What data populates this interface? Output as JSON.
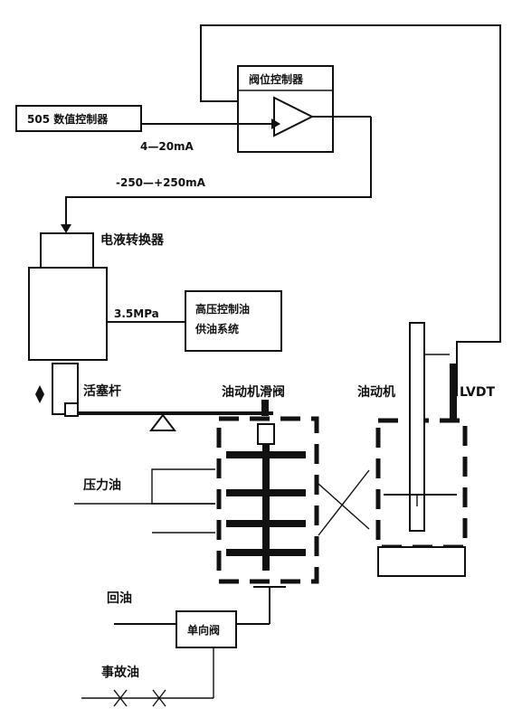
{
  "labels": {
    "valve_controller": "阀位控制器",
    "numeric_controller": "505 数值控制器",
    "current_in": "4—20mA",
    "current_out": "-250—+250mA",
    "converter": "电液转换器",
    "pressure": "3.5MPa",
    "hp_oil_line1": "高压控制油",
    "hp_oil_line2": "供油系统",
    "piston_rod": "活塞杆",
    "servo_valve": "油动机滑阀",
    "servomotor": "油动机",
    "lvdt": "LVDT",
    "pressure_oil": "压力油",
    "return_oil": "回油",
    "check_valve": "单向阀",
    "emergency_oil": "事故油"
  },
  "colors": {
    "line": "#111111",
    "background": "#ffffff"
  }
}
